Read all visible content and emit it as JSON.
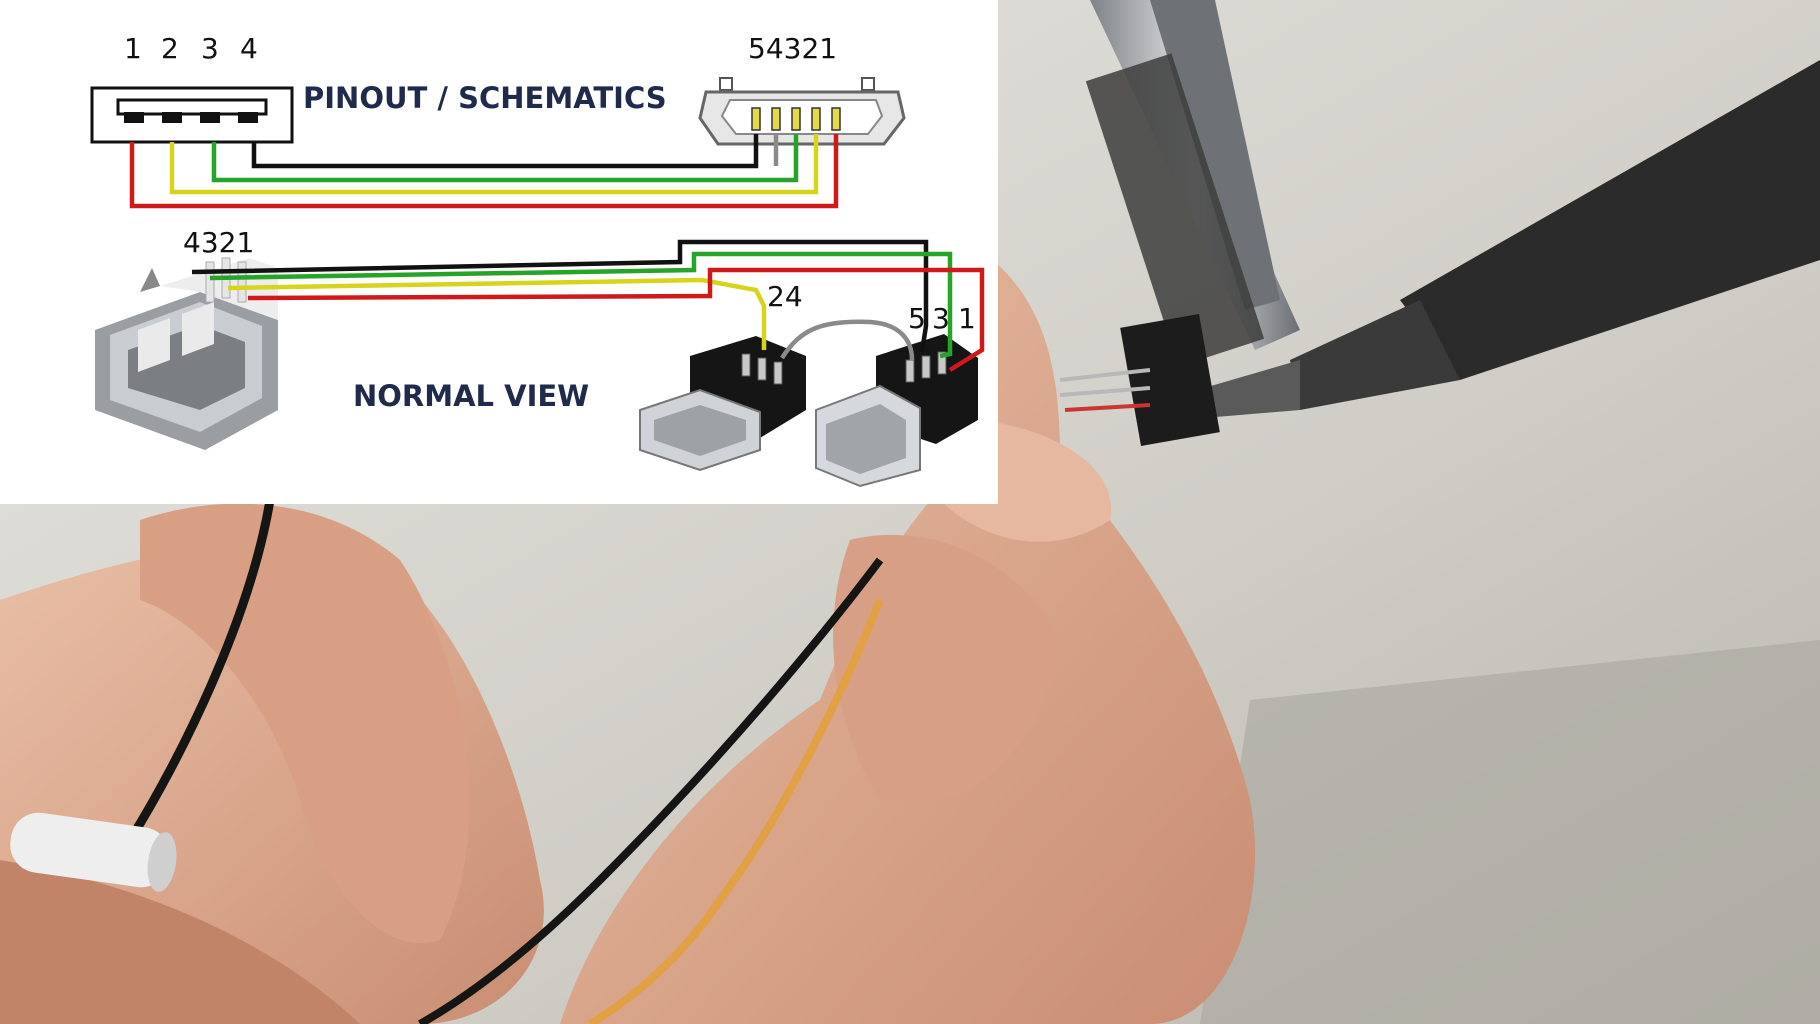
{
  "diagram": {
    "title": "PINOUT / SCHEMATICS",
    "subtitle": "NORMAL VIEW",
    "usb_a_schematic_pins": [
      "1",
      "2",
      "3",
      "4"
    ],
    "micro_usb_schematic_pins": "54321",
    "usb_a_photo_pins": "4321",
    "micro_plug_left_pins": "24",
    "micro_plug_right_pins": [
      "5",
      "3",
      "1"
    ]
  },
  "colors": {
    "wire_red": "#d01a1a",
    "wire_yellow": "#d8d41c",
    "wire_green": "#27a327",
    "wire_black": "#111111",
    "wire_gray": "#8a8a8a",
    "title_navy": "#1f2a4d",
    "panel_background": "#ffffff"
  },
  "photo": {
    "objects": [
      "soldering-iron",
      "helping-hand-clip",
      "hands",
      "black-wire",
      "orange-wire",
      "heat-shrink-tube",
      "micro-usb-connector"
    ]
  }
}
